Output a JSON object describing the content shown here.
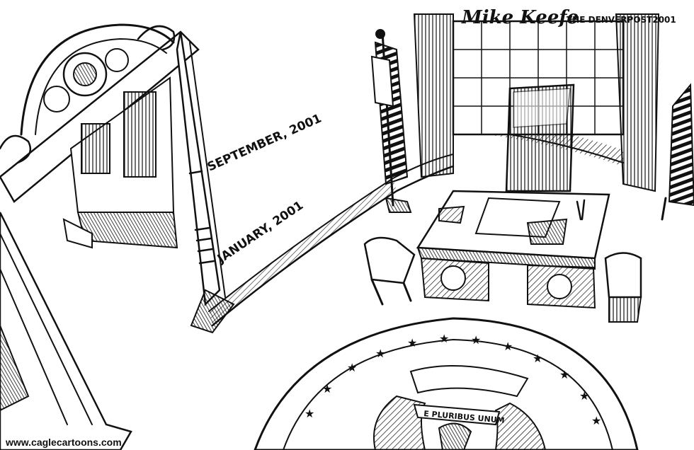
{
  "signature": "Mike Keefe",
  "publication": "THE DENVERPOST2001",
  "height_marks": {
    "upper": "SEPTEMBER, 2001",
    "lower": "JANUARY, 2001"
  },
  "seal_motto": "E PLURIBUS UNUM",
  "website": "www.caglecartoons.com",
  "colors": {
    "ink": "#111111",
    "paper": "#ffffff"
  },
  "icons": [
    "flag-icon",
    "eagle-seal-icon",
    "presidential-chair-icon"
  ]
}
